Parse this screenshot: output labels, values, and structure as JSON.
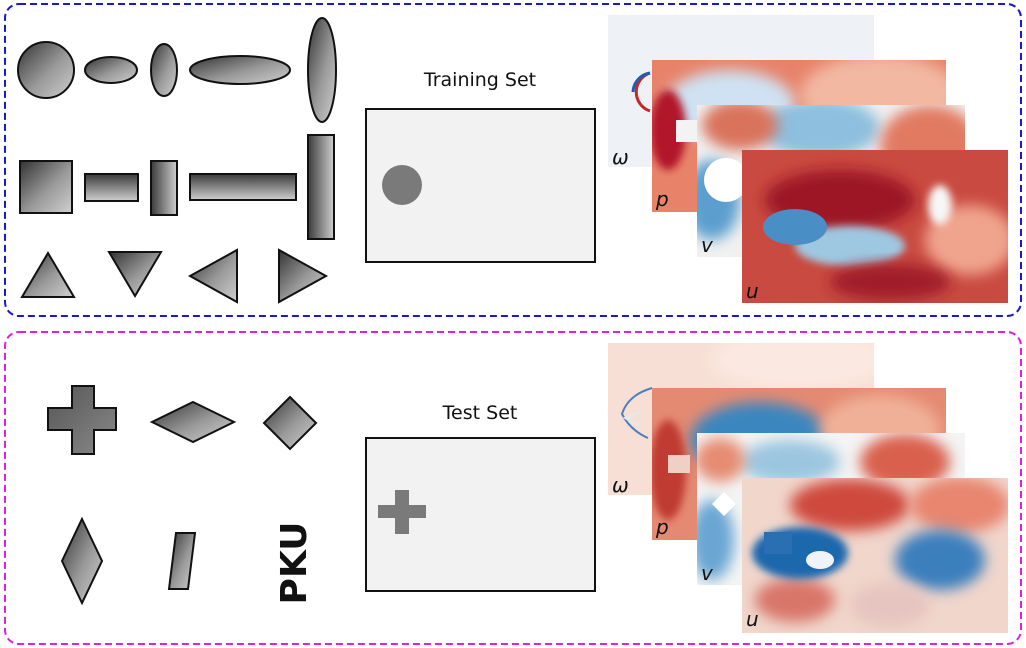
{
  "colors": {
    "train_border": "#1a1acc",
    "test_border": "#e020e0",
    "shape_dark": "#2e2e2e",
    "shape_light": "#c8c8c8",
    "domain_bg": "#f2f2f2",
    "obstacle": "#7a7a7a"
  },
  "training": {
    "title": "Training Set",
    "obstacle_shape": "circle",
    "shapes": [
      "circle",
      "ellipse",
      "ellipse",
      "ellipse",
      "ellipse",
      "square",
      "rectangle",
      "rectangle",
      "rectangle",
      "rectangle",
      "triangle-up",
      "triangle-down",
      "triangle-left",
      "triangle-right"
    ],
    "fields": [
      "ω",
      "p",
      "v",
      "u"
    ]
  },
  "test": {
    "title": "Test Set",
    "obstacle_shape": "cross",
    "shapes": [
      "cross",
      "rhombus",
      "diamond",
      "rhombus-vertical",
      "parallelogram",
      "PKU"
    ],
    "pku_text": "PKU",
    "fields": [
      "ω",
      "p",
      "v",
      "u"
    ]
  }
}
